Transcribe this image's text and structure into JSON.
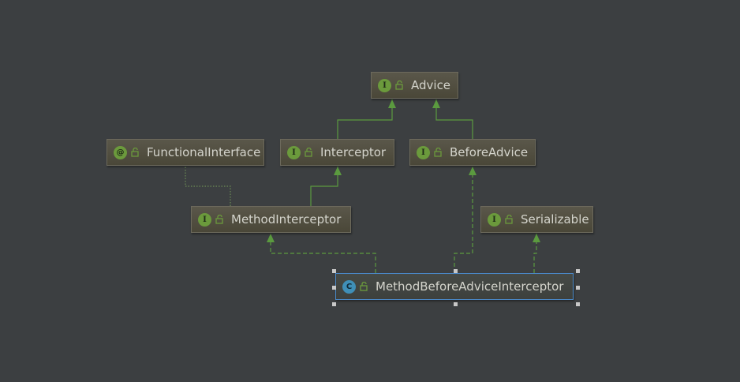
{
  "nodes": {
    "advice": {
      "kind": "I",
      "kind_icon": "interface-icon",
      "label": "Advice"
    },
    "functional_interface": {
      "kind": "@",
      "kind_icon": "annotation-icon",
      "label": "FunctionalInterface"
    },
    "interceptor": {
      "kind": "I",
      "kind_icon": "interface-icon",
      "label": "Interceptor"
    },
    "before_advice": {
      "kind": "I",
      "kind_icon": "interface-icon",
      "label": "BeforeAdvice"
    },
    "method_interceptor": {
      "kind": "I",
      "kind_icon": "interface-icon",
      "label": "MethodInterceptor"
    },
    "serializable": {
      "kind": "I",
      "kind_icon": "interface-icon",
      "label": "Serializable"
    },
    "method_before_advice_interceptor": {
      "kind": "C",
      "kind_icon": "class-icon",
      "label": "MethodBeforeAdviceInterceptor",
      "selected": true
    }
  },
  "edges": [
    {
      "from": "interceptor",
      "to": "advice",
      "type": "extends"
    },
    {
      "from": "before_advice",
      "to": "advice",
      "type": "extends"
    },
    {
      "from": "method_interceptor",
      "to": "interceptor",
      "type": "extends"
    },
    {
      "from": "method_interceptor",
      "to": "functional_interface",
      "type": "annotation"
    },
    {
      "from": "method_before_advice_interceptor",
      "to": "method_interceptor",
      "type": "implements"
    },
    {
      "from": "method_before_advice_interceptor",
      "to": "before_advice",
      "type": "implements"
    },
    {
      "from": "method_before_advice_interceptor",
      "to": "serializable",
      "type": "implements"
    }
  ],
  "colors": {
    "background": "#3c3f41",
    "edge": "#5b9a3f",
    "annotation_edge": "#6b8c55",
    "interface_badge": "#6b9a3c",
    "class_badge": "#3f8fb8",
    "selection": "#4a88c7"
  },
  "lock_icon": "unlocked-icon"
}
